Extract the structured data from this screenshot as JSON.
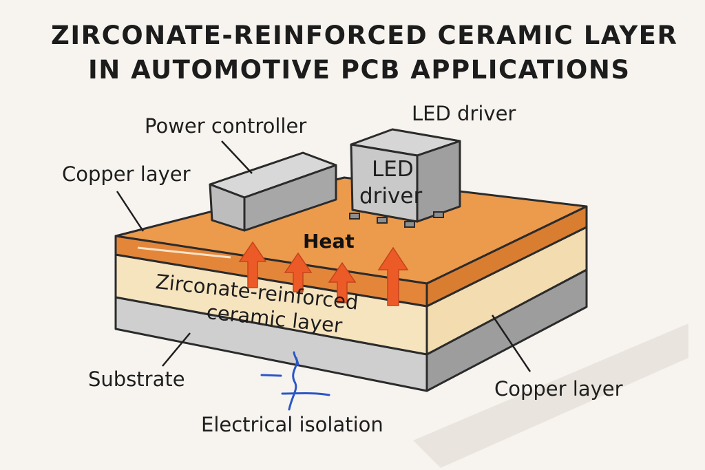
{
  "title": {
    "line1": "ZIRCONATE-REINFORCED CERAMIC LAYER",
    "line2": "IN AUTOMOTIVE PCB APPLICATIONS"
  },
  "labels": {
    "power_controller": "Power controller",
    "led_driver_top": "LED driver",
    "copper_layer_left": "Copper layer",
    "led_chip_line1": "LED",
    "led_chip_line2": "driver",
    "heat": "Heat",
    "ceramic_line1": "Zirconate-reinforced",
    "ceramic_line2": "ceramic layer",
    "substrate": "Substrate",
    "copper_layer_right": "Copper layer",
    "electrical_isolation": "Electrical isolation"
  },
  "colors": {
    "background": "#f7f4ef",
    "copper_top": "#ec9a4c",
    "copper_front": "#e3863a",
    "ceramic_front": "#f6e4bf",
    "ceramic_side": "#f2dcb0",
    "substrate_front": "#cfcfcf",
    "substrate_side": "#9d9d9d",
    "chip_body": "#b9b9b9",
    "heat_arrow": "#ec5a27",
    "isolation_mark": "#2a56c7"
  }
}
